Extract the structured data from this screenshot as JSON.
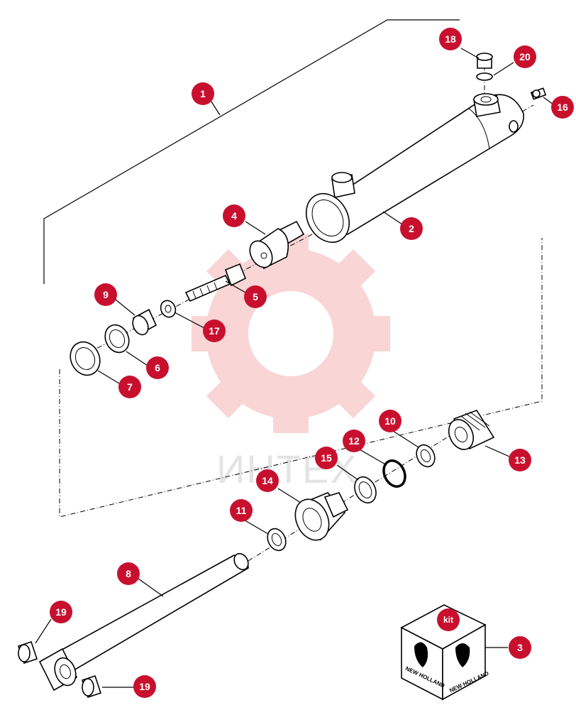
{
  "watermark": {
    "text": "ИНТЕХ",
    "color": "#f6b4b4"
  },
  "badge_color": "#c8102e",
  "callouts": {
    "c1": "1",
    "c2": "2",
    "c3": "3",
    "c4": "4",
    "c5": "5",
    "c6": "6",
    "c7": "7",
    "c8": "8",
    "c9": "9",
    "c10": "10",
    "c11": "11",
    "c12": "12",
    "c13": "13",
    "c14": "14",
    "c15": "15",
    "c16": "16",
    "c17": "17",
    "c18": "18",
    "c19a": "19",
    "c19b": "19",
    "c20": "20",
    "kit": "kit"
  },
  "kit_box": {
    "brand_left": "NEW HOLLAND",
    "brand_right": "NEW HOLLAND"
  }
}
